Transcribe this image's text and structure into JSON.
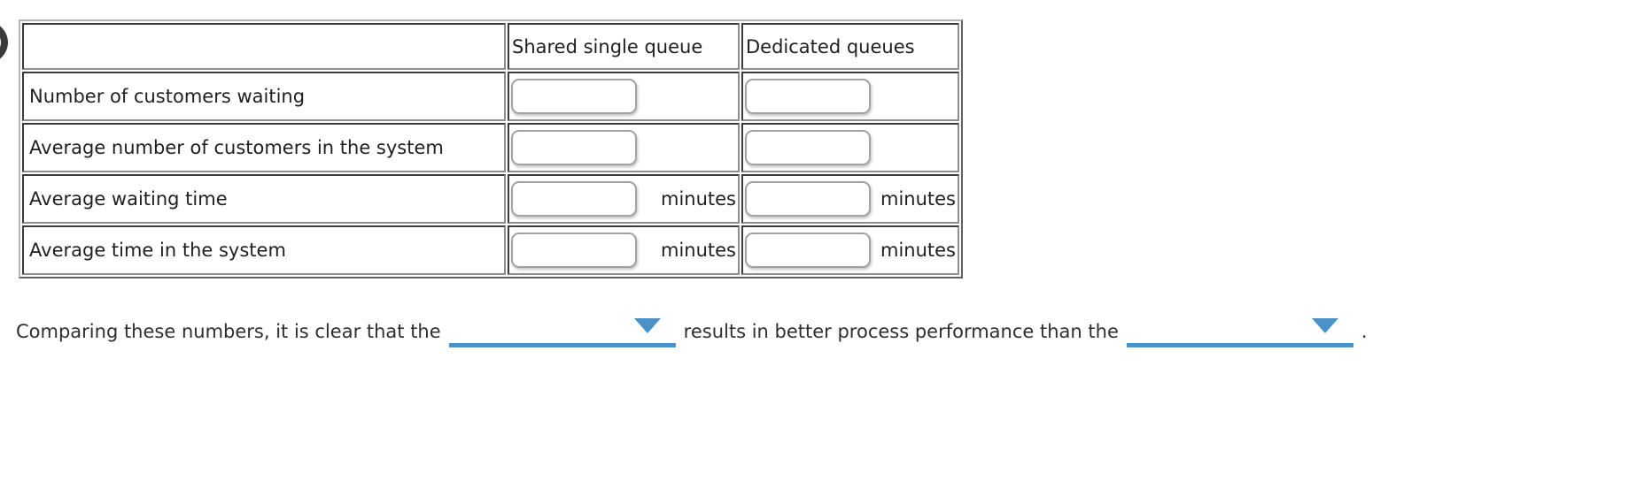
{
  "decoration": {
    "partial_question_label": ")"
  },
  "table": {
    "header": {
      "col1": "",
      "col2": "Shared single queue",
      "col3": "Dedicated queues"
    },
    "rows": [
      {
        "label": "Number of customers waiting",
        "shared_value": "",
        "dedicated_value": "",
        "unit": ""
      },
      {
        "label": "Average number of customers in the system",
        "shared_value": "",
        "dedicated_value": "",
        "unit": ""
      },
      {
        "label": "Average waiting time",
        "shared_value": "",
        "dedicated_value": "",
        "unit": "minutes"
      },
      {
        "label": "Average time in the system",
        "shared_value": "",
        "dedicated_value": "",
        "unit": "minutes"
      }
    ]
  },
  "sentence": {
    "lead": "Comparing these numbers, it is clear that the",
    "middle": "results in better process performance than the",
    "end": ".",
    "dropdown1": {
      "value": ""
    },
    "dropdown2": {
      "value": ""
    }
  },
  "colors": {
    "accent_blue": "#4C92C8",
    "table_outer_border": "#b5b5b5",
    "cell_border": "#8f8f8f",
    "input_border": "#a3a3a3",
    "text": "#1f1f1f"
  }
}
